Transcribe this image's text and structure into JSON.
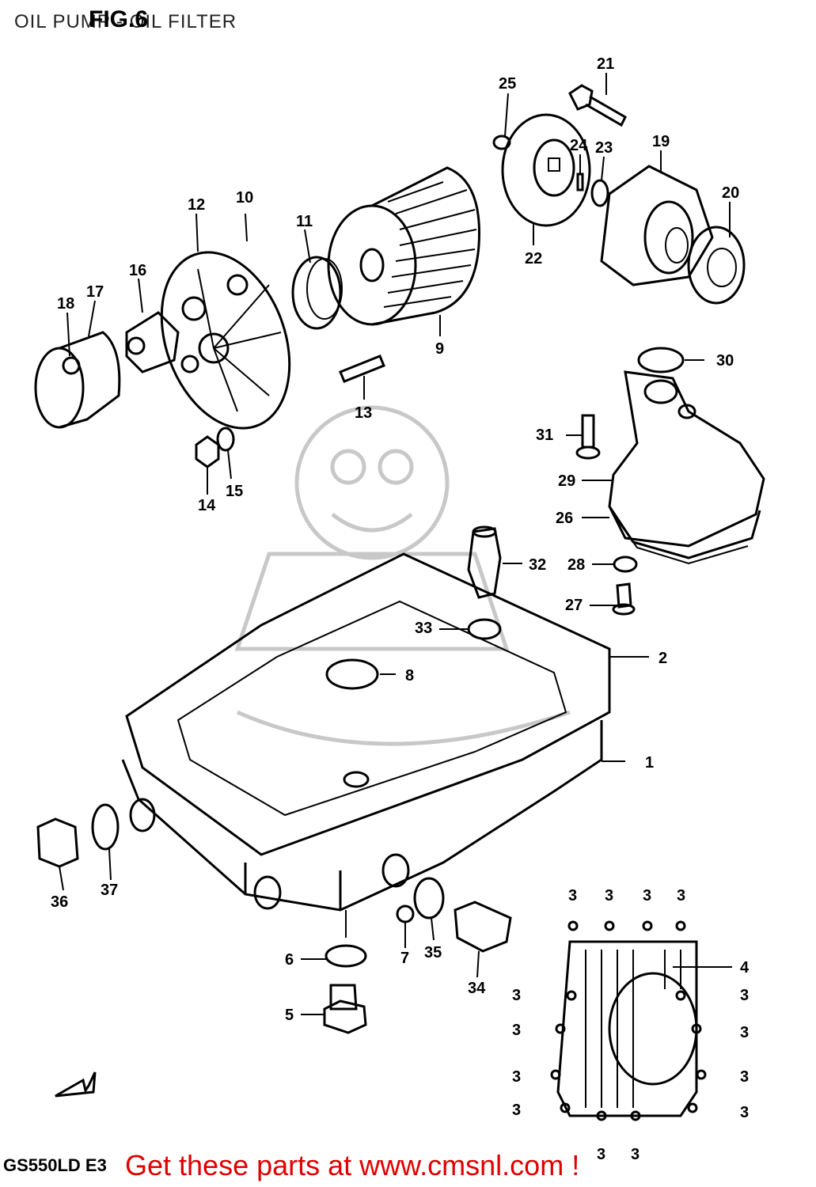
{
  "header": {
    "title": "OIL PUMP - OIL FILTER",
    "figure": "FIG.6"
  },
  "footer": {
    "model": "GS550LD E3",
    "promo": "Get these parts at www.cmsnl.com !"
  },
  "forward_marker": "FWD",
  "callouts": [
    "1",
    "2",
    "3",
    "4",
    "5",
    "6",
    "7",
    "8",
    "9",
    "10",
    "11",
    "12",
    "13",
    "14",
    "15",
    "16",
    "17",
    "18",
    "19",
    "20",
    "21",
    "22",
    "23",
    "24",
    "25",
    "26",
    "27",
    "28",
    "29",
    "30",
    "31",
    "32",
    "33",
    "34",
    "35",
    "36",
    "37"
  ]
}
